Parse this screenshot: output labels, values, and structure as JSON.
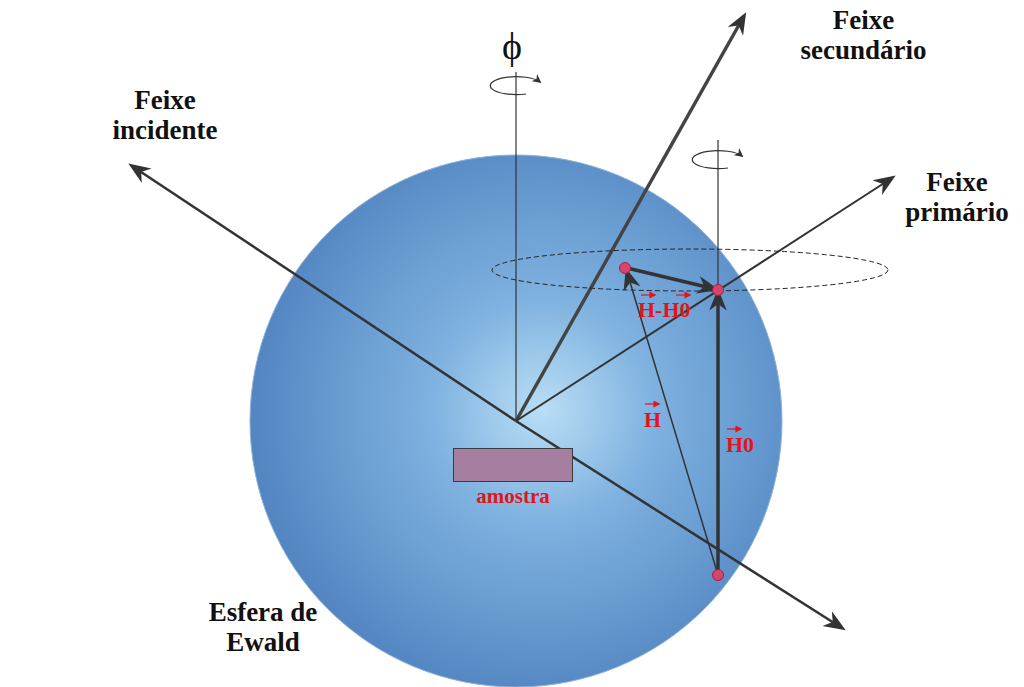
{
  "diagram": {
    "nodes": [
      {
        "text": [
          "amostra"
        ]
      }
    ],
    "labels": [
      "Feixe incidente",
      "ϕ",
      "Feixe secundário",
      "Feixe primário",
      "H-H0",
      "H",
      "H0",
      "Esfera de Ewald"
    ]
  }
}
